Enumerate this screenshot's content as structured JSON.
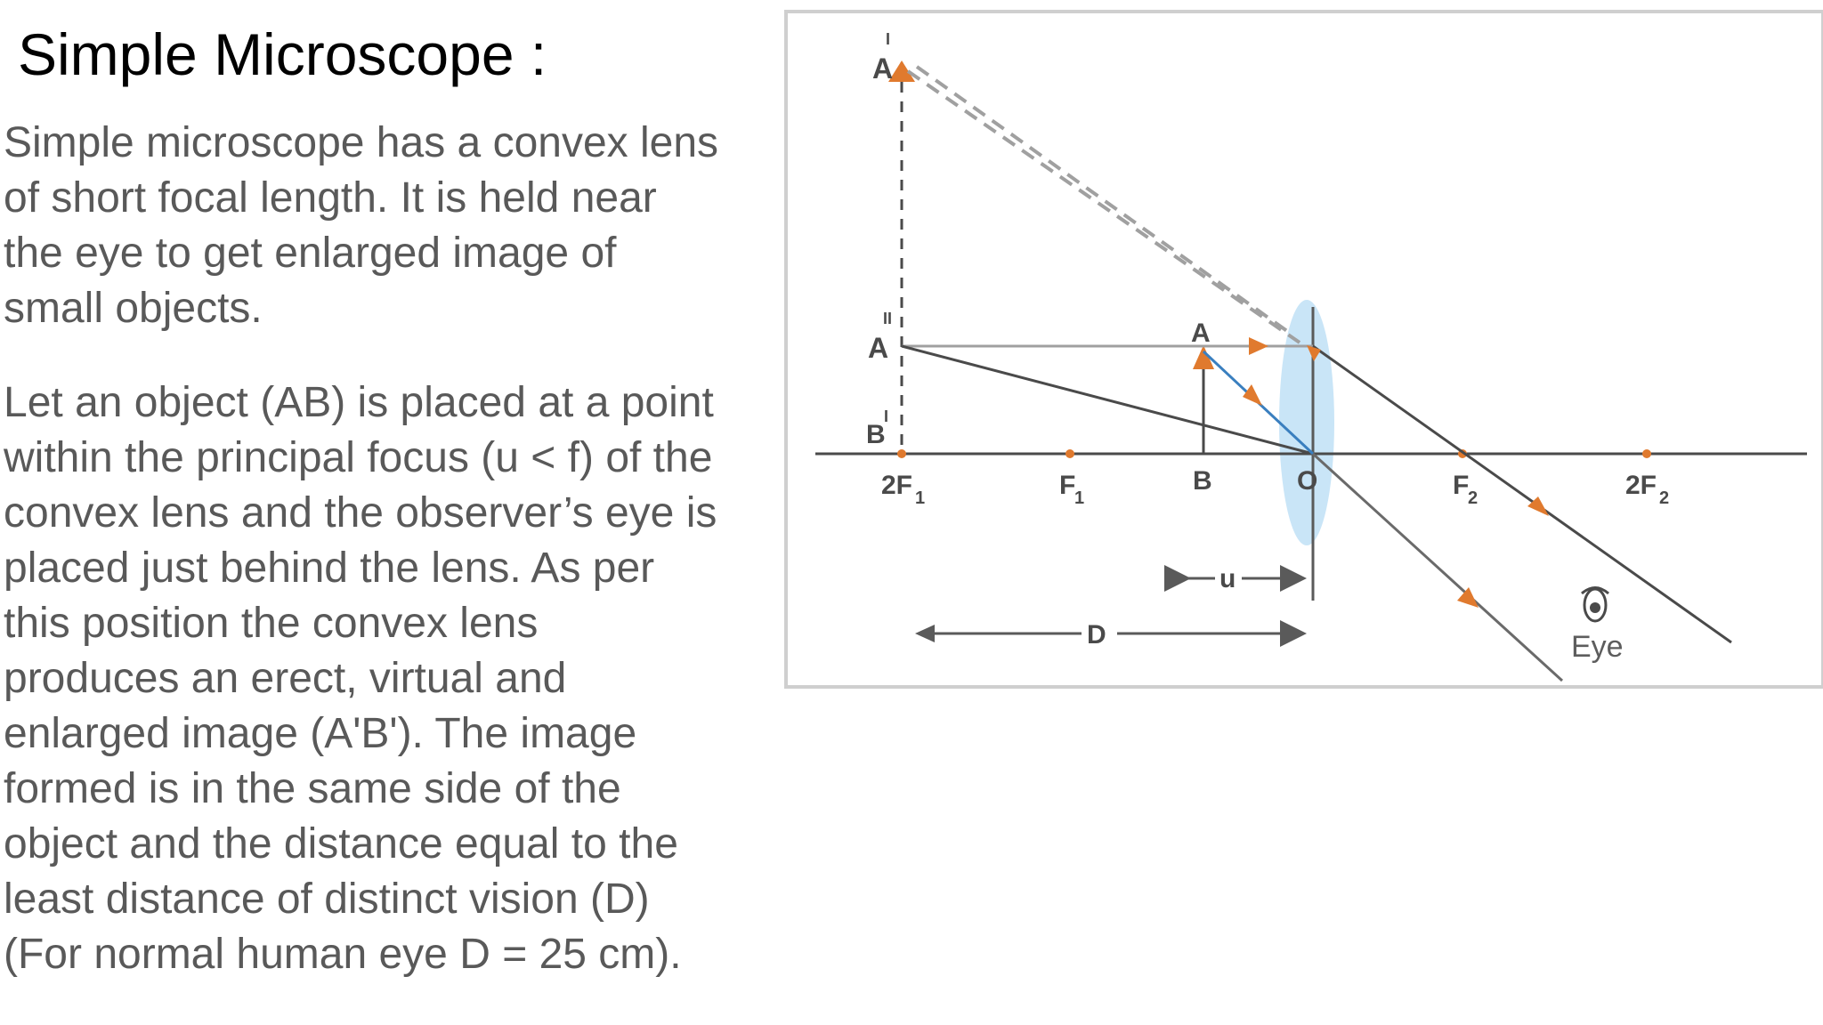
{
  "slide": {
    "title": "Simple Microscope :",
    "paragraph_1_lines": [
      "Simple microscope has a convex lens",
      "of short focal length. It is held near",
      "the eye to get enlarged image of",
      "small objects."
    ],
    "paragraph_2_lines": [
      "Let an object (AB) is placed at a point",
      "within the principal focus (u < f) of the",
      "convex lens and the observer’s eye is",
      "placed just behind the lens. As per",
      "this position the convex lens",
      "produces an erect, virtual and",
      "enlarged image (A'B'). The image",
      "formed is in the same side of the",
      "object and the distance equal to the",
      "least distance of distinct vision (D)",
      "(For normal human eye D = 25 cm)."
    ]
  },
  "diagram": {
    "labels": {
      "a_prime": "A",
      "a_prime_mark": "I",
      "a_double_prime": "A",
      "a_double_prime_mark": "II",
      "b_prime": "B",
      "b_prime_mark": "I",
      "a": "A",
      "b": "B",
      "o": "O",
      "two_f1": "2F",
      "two_f1_sub": "1",
      "f1": "F",
      "f1_sub": "1",
      "f2": "F",
      "f2_sub": "2",
      "two_f2": "2F",
      "two_f2_sub": "2",
      "u": "u",
      "d": "D",
      "eye": "Eye"
    },
    "colors": {
      "ray": "#4a4a4a",
      "dashed_ray": "#9a9a9a",
      "arrow": "#e07a2e",
      "lens": "#bfe0f6",
      "frame": "#cfcfcf",
      "label": "#4a4a4a"
    }
  }
}
